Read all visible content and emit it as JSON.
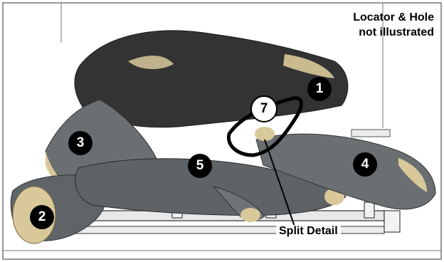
{
  "notes": {
    "locator_line1": "Locator & Hole",
    "locator_line2": "not illustrated",
    "split_detail": "Split Detail"
  },
  "callouts": {
    "c1": "1",
    "c2": "2",
    "c3": "3",
    "c4": "4",
    "c5": "5",
    "c7": "7"
  },
  "colors": {
    "bark_dark": "#2b2b2b",
    "bark_gray": "#5e6467",
    "wood_tan": "#d9c99a",
    "frame": "#6a6a6a"
  }
}
